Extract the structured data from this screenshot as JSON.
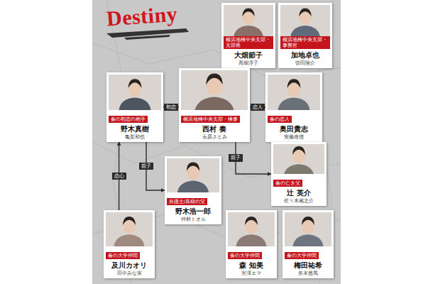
{
  "diagram": {
    "title": "Destiny",
    "nodes": [
      {
        "text": [
          "横浜地検中央支部・支部長",
          "大畑節子",
          "高畑淳子"
        ]
      },
      {
        "text": [
          "横浜地検中央支部・事務官",
          "加地卓也",
          "曽田陵介"
        ]
      },
      {
        "text": [
          "奏の初恋の相手",
          "野木真樹",
          "亀梨和也"
        ]
      },
      {
        "text": [
          "横浜地検中央支部・検事",
          "西村 奏",
          "石原さとみ"
        ]
      },
      {
        "text": [
          "奏の恋人",
          "奥田貴志",
          "安藤政信"
        ]
      },
      {
        "text": [
          "奏の亡き父",
          "辻 英介",
          "佐々木蔵之介"
        ]
      },
      {
        "text": [
          "弁護士/真樹の父",
          "野木浩一郎",
          "仲村トオル"
        ]
      },
      {
        "text": [
          "奏の大学仲間",
          "及川カオリ",
          "田中みな実"
        ]
      },
      {
        "text": [
          "奏の大学仲間",
          "森 知美",
          "宮澤エマ"
        ]
      },
      {
        "text": [
          "奏の大学仲間",
          "梅田祐希",
          "矢本悠馬"
        ]
      }
    ],
    "edges": [
      {
        "from": 3,
        "to": 2,
        "label": "初恋",
        "arrow": "to"
      },
      {
        "from": 3,
        "to": 4,
        "label": "恋人",
        "arrow": "to"
      },
      {
        "from": 2,
        "to": 6,
        "label": "親子",
        "arrow": "to"
      },
      {
        "from": 3,
        "to": 5,
        "label": "親子",
        "arrow": "to"
      },
      {
        "from": 7,
        "to": 2,
        "label": "恋心",
        "arrow": "to"
      }
    ]
  }
}
